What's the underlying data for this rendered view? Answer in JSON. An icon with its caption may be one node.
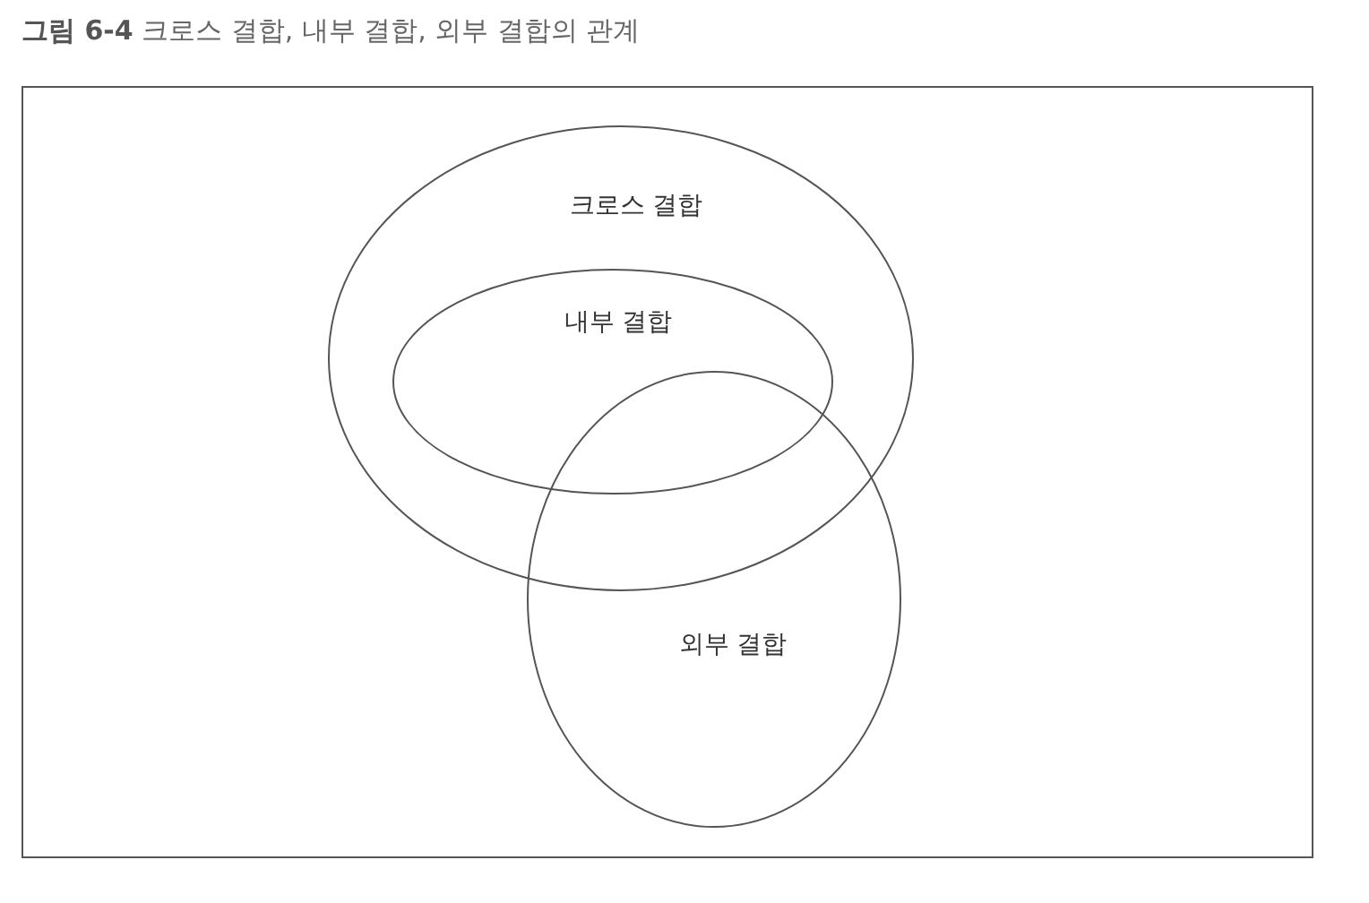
{
  "diagram": {
    "title": "**그림 6-4** 크로스 결합, 내부 결합, 외부 결합의 관계",
    "nodes": [
      {
        "text": [
          "크로스 결합"
        ]
      },
      {
        "text": [
          "내부 결합"
        ],
        "in": 0
      },
      {
        "text": [
          "외부 결합"
        ]
      }
    ]
  }
}
